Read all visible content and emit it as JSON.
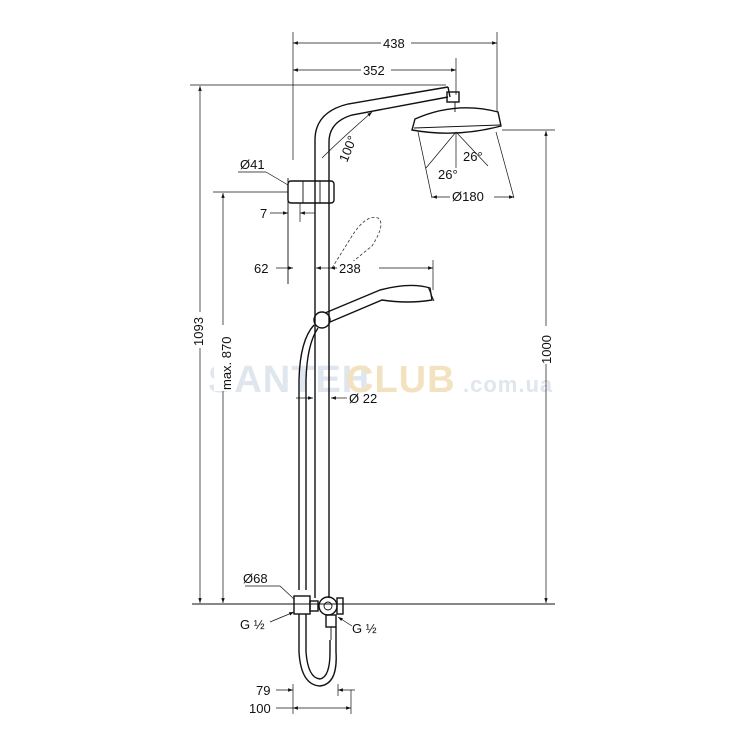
{
  "dimensions": {
    "width_total": "438",
    "width_arm": "352",
    "arm_angle": "100°",
    "bracket_diameter": "Ø41",
    "bracket_offset": "7",
    "wall_offset": "62",
    "handshower_reach": "238",
    "spray_angle_left": "26°",
    "spray_angle_right": "26°",
    "head_diameter": "Ø180",
    "height_total": "1093",
    "height_max": "max. 870",
    "height_head": "1000",
    "pipe_diameter": "Ø 22",
    "valve_diameter": "Ø68",
    "thread_left": "G ½",
    "thread_right": "G ½",
    "hose_width": "79",
    "valve_width": "100"
  },
  "watermark": {
    "part1": "SANTEH",
    "part2": "CLUB",
    "part3": ".com.ua"
  }
}
